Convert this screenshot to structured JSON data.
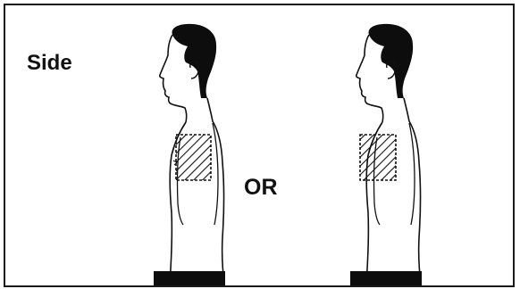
{
  "labels": {
    "side": "Side",
    "or": "OR"
  },
  "figures": [
    {
      "name": "left-figure",
      "icon": "man-profile-with-pad-area"
    },
    {
      "name": "right-figure",
      "icon": "man-profile-with-pad-area"
    }
  ],
  "colors": {
    "ink": "#111111",
    "hair": "#0d0d0d",
    "background": "#ffffff"
  }
}
